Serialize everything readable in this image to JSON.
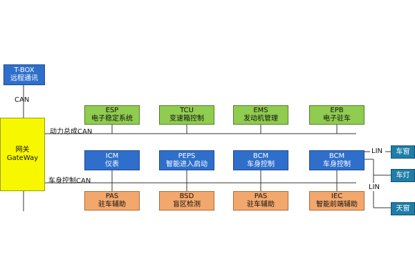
{
  "tbox": {
    "line1": "T-BOX",
    "line2": "远程通讯"
  },
  "gateway": {
    "line1": "网关",
    "line2": "GateWay"
  },
  "labels": {
    "can": "CAN",
    "powertrain_can": "动力总成CAN",
    "body_can": "车身控制CAN",
    "lin1": "LIN",
    "lin2": "LIN"
  },
  "row1": [
    {
      "name": "ESP",
      "desc": "电子稳定系统"
    },
    {
      "name": "TCU",
      "desc": "变速箱控制"
    },
    {
      "name": "EMS",
      "desc": "发动机管理"
    },
    {
      "name": "EPB",
      "desc": "电子驻车"
    }
  ],
  "row2": [
    {
      "name": "ICM",
      "desc": "仪表"
    },
    {
      "name": "PEPS",
      "desc": "智能进入启动"
    },
    {
      "name": "BCM",
      "desc": "车身控制"
    },
    {
      "name": "BCM",
      "desc": "车身控制"
    }
  ],
  "row3": [
    {
      "name": "PAS",
      "desc": "驻车辅助"
    },
    {
      "name": "BSD",
      "desc": "盲区检测"
    },
    {
      "name": "PAS",
      "desc": "驻车辅助"
    },
    {
      "name": "IEC",
      "desc": "智能前端辅助"
    }
  ],
  "lin_nodes": [
    "车窗",
    "车灯",
    "天窗"
  ],
  "colors": {
    "green": "#8fcc4f",
    "blue": "#2f6fcb",
    "orange": "#f2a76c",
    "yellow": "#f7f700",
    "lin_node": "#1f7ea8"
  }
}
